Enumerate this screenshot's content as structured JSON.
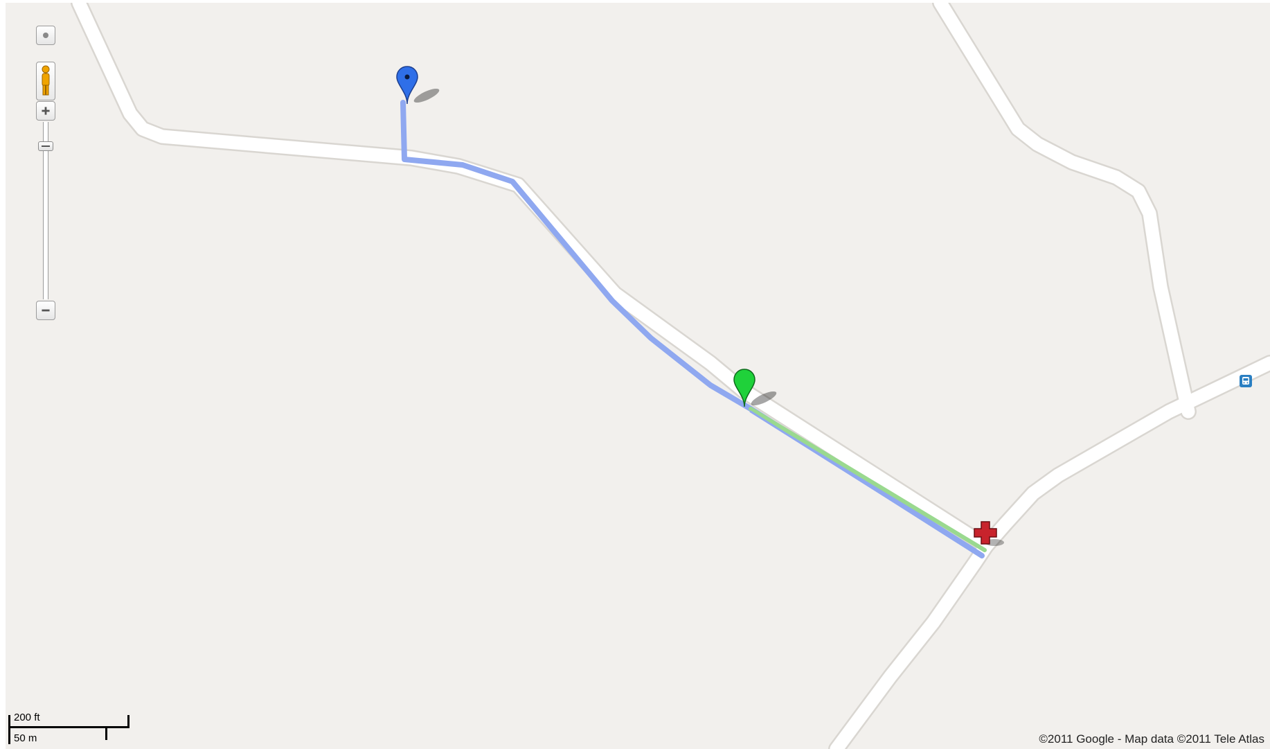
{
  "map": {
    "colors": {
      "land": "#f2f0ed",
      "road": "#ffffff",
      "road_edge": "#d9d6d1",
      "route_blue": "#8fa8f0",
      "route_green": "#9ad98f",
      "marker_start": "#2f6fe8",
      "marker_waypoint": "#1fd13a",
      "hospital": "#c8232c",
      "bus": "#2a7fc2"
    },
    "icons": {
      "pan": "pan-center-icon",
      "street_view": "pegman-icon",
      "zoom_in": "plus-icon",
      "zoom_out": "minus-icon",
      "start_marker": "blue-pin-icon",
      "waypoint_marker": "green-pin-icon",
      "hospital": "red-cross-icon",
      "bus_stop": "bus-icon"
    }
  },
  "scale": {
    "imperial_label": "200 ft",
    "metric_label": "50 m"
  },
  "attribution": "©2011 Google - Map data ©2011 Tele Atlas"
}
